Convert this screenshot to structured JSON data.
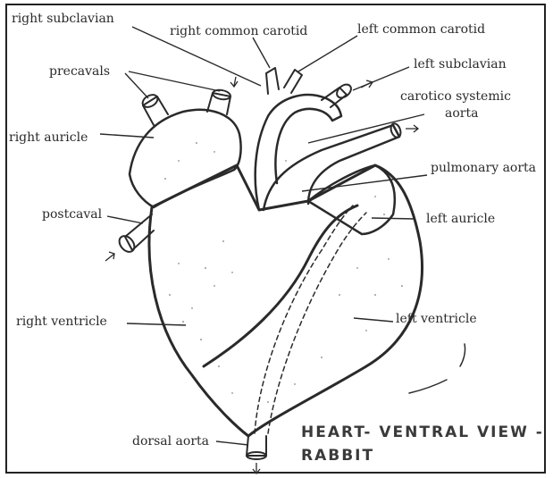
{
  "diagram": {
    "title_line1": "HEART- VENTRAL VIEW -",
    "title_line2": "RABBIT",
    "labels": {
      "right_subclavian": "right subclavian",
      "right_common_carotid": "right common carotid",
      "left_common_carotid": "left common carotid",
      "left_subclavian": "left subclavian",
      "precavals": "precavals",
      "carotico_systemic": "carotico systemic",
      "aorta": "aorta",
      "right_auricle": "right auricle",
      "pulmonary_aorta": "pulmonary aorta",
      "postcaval": "postcaval",
      "left_auricle": "left auricle",
      "right_ventricle": "right ventricle",
      "left_ventricle": "left ventricle",
      "dorsal_aorta": "dorsal aorta"
    },
    "colors": {
      "ink": "#2a2a2a",
      "background": "#ffffff"
    }
  }
}
